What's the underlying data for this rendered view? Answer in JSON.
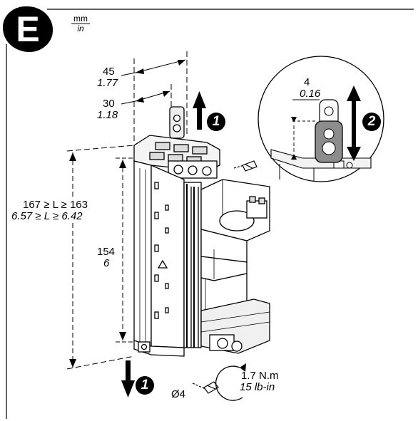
{
  "section_badge": "E",
  "units": {
    "primary": "mm",
    "secondary": "in"
  },
  "dimensions": {
    "width_total": {
      "mm": "45",
      "in": "1.77"
    },
    "width_offset": {
      "mm": "30",
      "in": "1.18"
    },
    "length_range": {
      "mm": "167 ≥ L ≥ 163",
      "in": "6.57 ≥ L ≥ 6.42"
    },
    "mounting_height": {
      "mm": "154",
      "in": "6"
    },
    "screw_hole": "Ø4",
    "torque": {
      "metric": "1.7 N.m",
      "imperial": "15 lb-in"
    },
    "tab_offset": {
      "mm": "4",
      "in": "0.16"
    }
  },
  "steps": {
    "top_step": "1",
    "bottom_step": "1",
    "detail_step": "2"
  }
}
